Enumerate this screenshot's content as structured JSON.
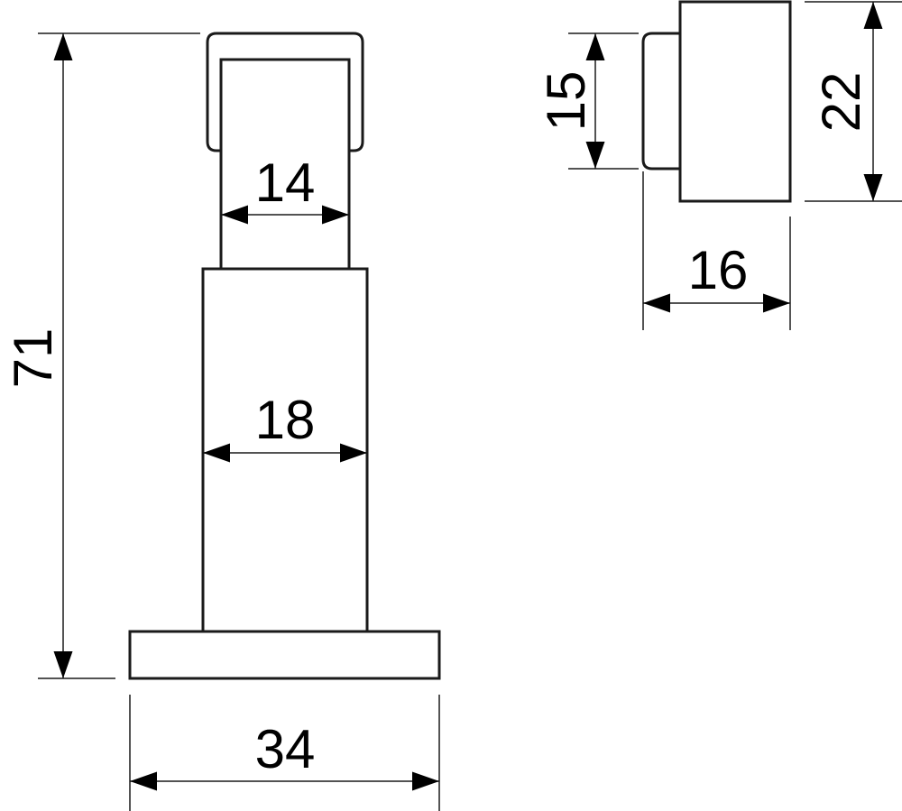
{
  "colors": {
    "line": "#1a1a1a",
    "background": "#ffffff"
  },
  "front_view": {
    "dimensions": {
      "overall_height": "71",
      "post_width": "14",
      "body_width": "18",
      "base_width": "34"
    }
  },
  "side_view": {
    "dimensions": {
      "knob_height": "15",
      "body_height": "22",
      "overall_depth": "16"
    }
  }
}
